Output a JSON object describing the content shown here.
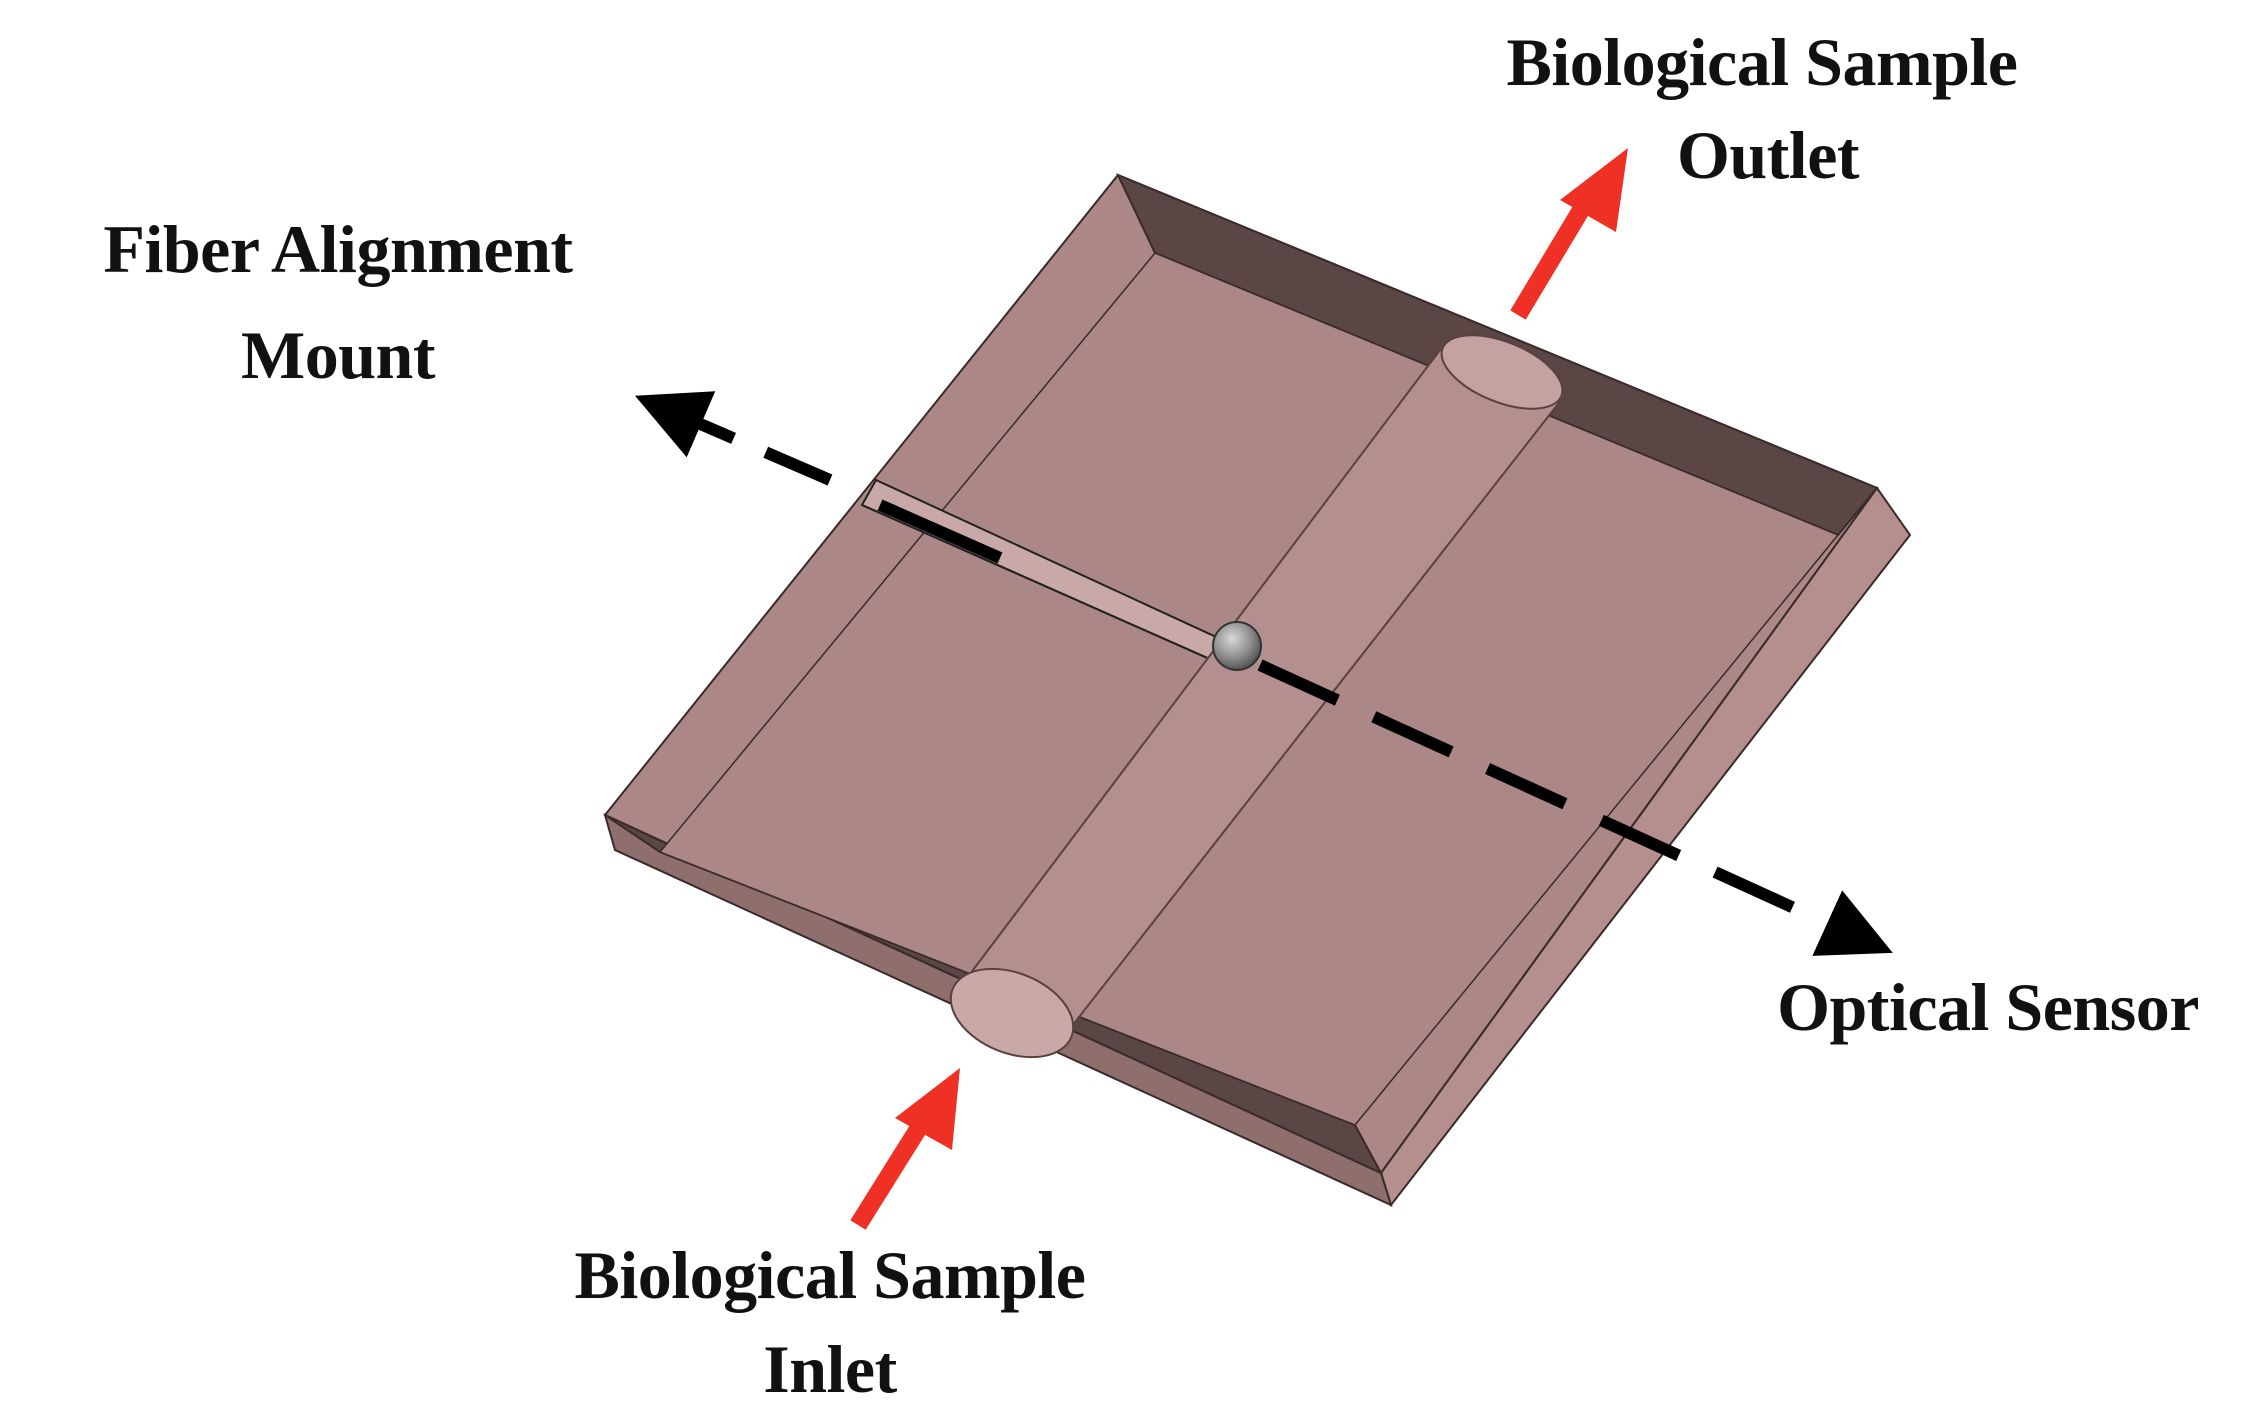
{
  "labels": {
    "outlet_line1": "Biological Sample",
    "outlet_line2": "Outlet",
    "fiber_line1": "Fiber Alignment",
    "fiber_line2": "Mount",
    "sensor": "Optical Sensor",
    "inlet_line1": "Biological Sample",
    "inlet_line2": "Inlet"
  },
  "colors": {
    "chip_top": "#ab8787",
    "chip_side_dark": "#5a4645",
    "chip_side_light": "#b58e8e",
    "chip_edge": "#3a2a2a",
    "channel": "#b38f8f",
    "flow_arrow": "#ee3124",
    "optical_path": "#000000",
    "sensor_ball": "#9a9a9a"
  }
}
